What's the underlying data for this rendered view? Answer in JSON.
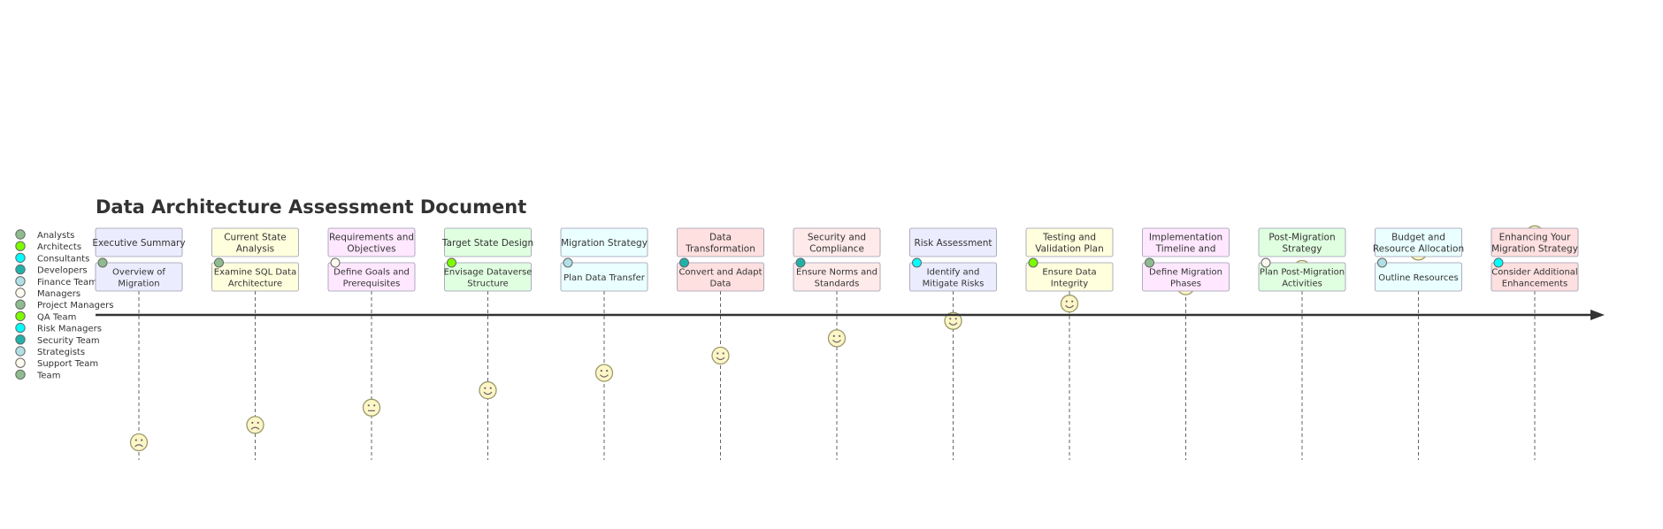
{
  "title": "Data Architecture Assessment Document",
  "legend": [
    {
      "label": "Analysts",
      "color": "#8fbc8f"
    },
    {
      "label": "Architects",
      "color": "#7cfc00"
    },
    {
      "label": "Consultants",
      "color": "#00ffff"
    },
    {
      "label": "Developers",
      "color": "#20b2aa"
    },
    {
      "label": "Finance Team",
      "color": "#b0e0e6"
    },
    {
      "label": "Managers",
      "color": "#fffaf0"
    },
    {
      "label": "Project Managers",
      "color": "#8fbc8f"
    },
    {
      "label": "QA Team",
      "color": "#7cfc00"
    },
    {
      "label": "Risk Managers",
      "color": "#00ffff"
    },
    {
      "label": "Security Team",
      "color": "#20b2aa"
    },
    {
      "label": "Strategists",
      "color": "#b0e0e6"
    },
    {
      "label": "Support Team",
      "color": "#fffaf0"
    },
    {
      "label": "Team",
      "color": "#8fbc8f"
    }
  ],
  "sections": [
    {
      "lines": [
        "Executive Summary"
      ],
      "fill": "#ececff",
      "task": {
        "lines": [
          "Overview of",
          "Migration"
        ],
        "score": 1,
        "actor_color": "#8fbc8f"
      }
    },
    {
      "lines": [
        "Current State",
        "Analysis"
      ],
      "fill": "#ffffde",
      "task": {
        "lines": [
          "Examine SQL Data",
          "Architecture"
        ],
        "score": 2,
        "actor_color": "#8fbc8f"
      }
    },
    {
      "lines": [
        "Requirements and",
        "Objectives"
      ],
      "fill": "#ffe8ff",
      "task": {
        "lines": [
          "Define Goals and",
          "Prerequisites"
        ],
        "score": 3,
        "actor_color": "#fffaf0"
      }
    },
    {
      "lines": [
        "Target State Design"
      ],
      "fill": "#e0ffe0",
      "task": {
        "lines": [
          "Envisage Dataverse",
          "Structure"
        ],
        "score": 4,
        "actor_color": "#7cfc00"
      }
    },
    {
      "lines": [
        "Migration Strategy"
      ],
      "fill": "#eaffff",
      "task": {
        "lines": [
          "Plan Data Transfer"
        ],
        "score": 5,
        "actor_color": "#b0e0e6"
      }
    },
    {
      "lines": [
        "Data",
        "Transformation"
      ],
      "fill": "#ffe0e0",
      "task": {
        "lines": [
          "Convert and Adapt",
          "Data"
        ],
        "score": 6,
        "actor_color": "#20b2aa"
      }
    },
    {
      "lines": [
        "Security and",
        "Compliance"
      ],
      "fill": "#ffeaea",
      "task": {
        "lines": [
          "Ensure Norms and",
          "Standards"
        ],
        "score": 7,
        "actor_color": "#20b2aa"
      }
    },
    {
      "lines": [
        "Risk Assessment"
      ],
      "fill": "#ececff",
      "task": {
        "lines": [
          "Identify and",
          "Mitigate Risks"
        ],
        "score": 8,
        "actor_color": "#00ffff"
      }
    },
    {
      "lines": [
        "Testing and",
        "Validation Plan"
      ],
      "fill": "#ffffde",
      "task": {
        "lines": [
          "Ensure Data",
          "Integrity"
        ],
        "score": 9,
        "actor_color": "#7cfc00"
      }
    },
    {
      "lines": [
        "Implementation",
        "Timeline and"
      ],
      "fill": "#ffe8ff",
      "task": {
        "lines": [
          "Define Migration",
          "Phases"
        ],
        "score": 10,
        "actor_color": "#8fbc8f"
      }
    },
    {
      "lines": [
        "Post-Migration",
        "Strategy"
      ],
      "fill": "#e0ffe0",
      "task": {
        "lines": [
          "Plan Post-Migration",
          "Activities"
        ],
        "score": 11,
        "actor_color": "#fffaf0"
      }
    },
    {
      "lines": [
        "Budget and",
        "Resource Allocation"
      ],
      "fill": "#eaffff",
      "task": {
        "lines": [
          "Outline Resources"
        ],
        "score": 12,
        "actor_color": "#b0e0e6"
      }
    },
    {
      "lines": [
        "Enhancing Your",
        "Migration Strategy"
      ],
      "fill": "#ffe0e0",
      "task": {
        "lines": [
          "Consider Additional",
          "Enhancements"
        ],
        "score": 13,
        "actor_color": "#00ffff"
      }
    }
  ]
}
